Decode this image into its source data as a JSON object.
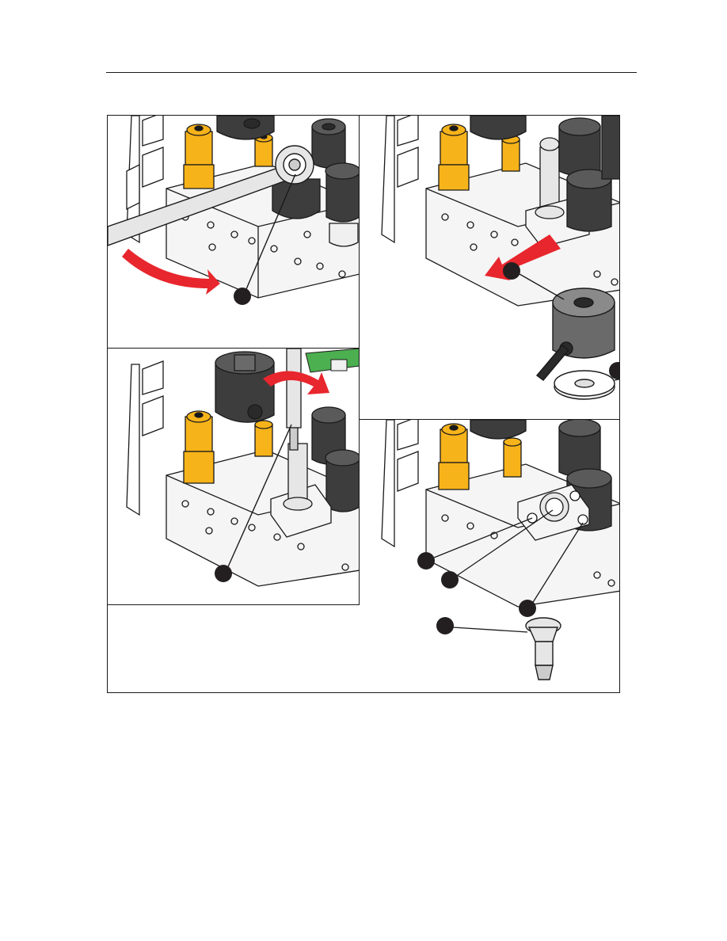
{
  "header": {
    "rule": true
  },
  "figure": {
    "panels": [
      {
        "id": "A",
        "step": "loosen-nut-with-wrench"
      },
      {
        "id": "B",
        "step": "remove-knob-and-washer"
      },
      {
        "id": "C",
        "step": "unscrew-post-with-screwdriver"
      },
      {
        "id": "D",
        "step": "remove-screws-and-post"
      }
    ],
    "colors": {
      "yellow": "#f7b31a",
      "dark_gray": "#3d3d3d",
      "mid_gray": "#6a6a6a",
      "light_gray": "#e6e6e6",
      "red_arrow": "#e8262d",
      "green": "#4caf50",
      "outline": "#1a1a1a"
    }
  }
}
